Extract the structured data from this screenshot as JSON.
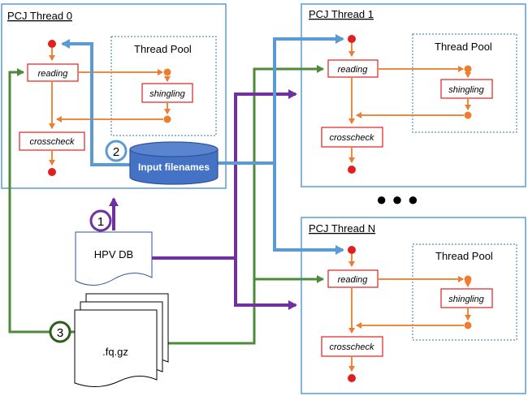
{
  "threads": [
    {
      "title": "PCJ Thread 0",
      "pool_label": "Thread Pool",
      "reading": "reading",
      "shingling": "shingling",
      "crosscheck": "crosscheck"
    },
    {
      "title": "PCJ Thread 1",
      "pool_label": "Thread Pool",
      "reading": "reading",
      "shingling": "shingling",
      "crosscheck": "crosscheck"
    },
    {
      "title": "PCJ Thread N",
      "pool_label": "Thread Pool",
      "reading": "reading",
      "shingling": "shingling",
      "crosscheck": "crosscheck"
    }
  ],
  "database": {
    "label": "Input filenames"
  },
  "hpv_db": {
    "label": "HPV DB"
  },
  "fq_files": {
    "label": ".fq.gz"
  },
  "steps": [
    {
      "number": "1",
      "color": "#7030a0"
    },
    {
      "number": "2",
      "color": "#5b9bd5"
    },
    {
      "number": "3",
      "color": "#2e5f1a"
    }
  ],
  "ellipsis": "●  ●  ●",
  "colors": {
    "panel_border": "#5b9bd5",
    "box_border": "#e02020",
    "flow": "#ed8a3c",
    "dot_red": "#e02020",
    "dot_orange": "#ed7d31",
    "blue_arrow": "#5b9bd5",
    "purple_arrow": "#7030a0",
    "green_arrow": "#4e8a3a",
    "db_fill": "#4472c4"
  }
}
